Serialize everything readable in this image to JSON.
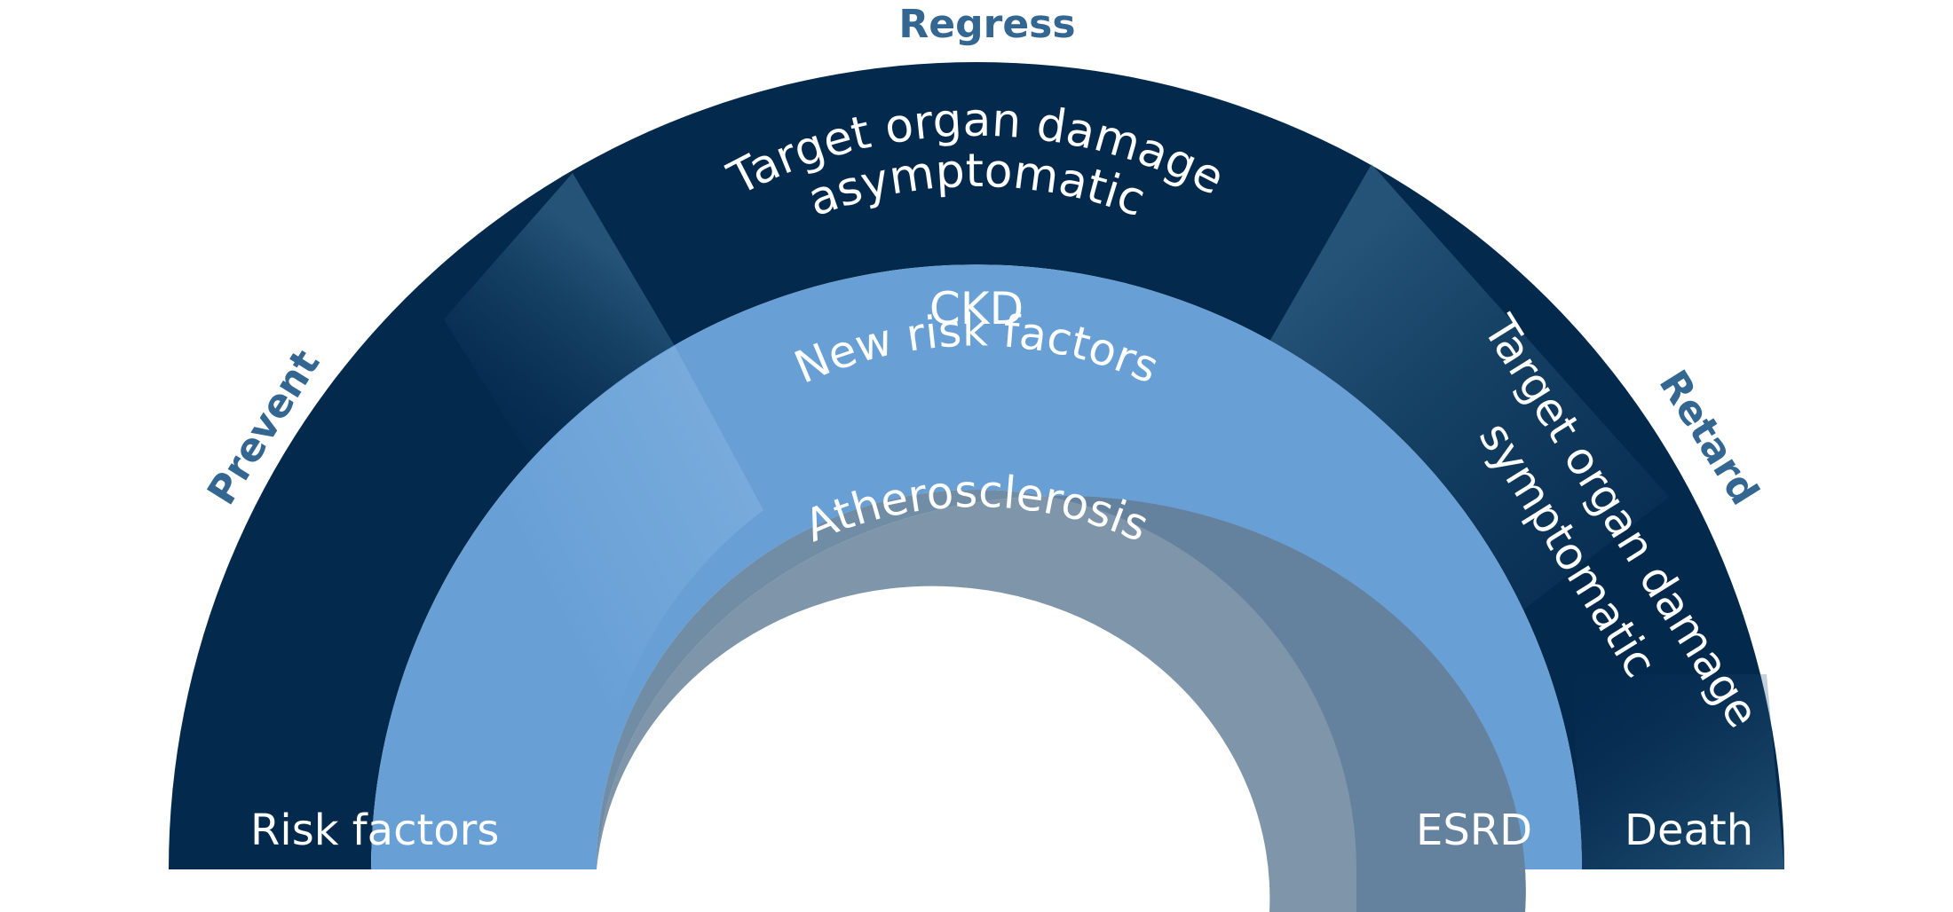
{
  "colors": {
    "outer_band": "#03294d",
    "middle_band": "#68a0d6",
    "inner_band": "#7f95aa",
    "stage_label": "#336690",
    "text": "#ffffff"
  },
  "stage_labels": {
    "prevent": "Prevent",
    "regress": "Regress",
    "retard": "Retard"
  },
  "outer_band": {
    "top_line1": "Target organ damage",
    "top_line2": "asymptomatic",
    "right_line1": "Target organ damage",
    "right_line2": "symptomatic",
    "left_base": "Risk factors",
    "right_base": "Death"
  },
  "middle_band": {
    "line1": "CKD",
    "line2": "New risk factors",
    "right_base": "ESRD"
  },
  "inner_band": {
    "label": "Atherosclerosis"
  }
}
